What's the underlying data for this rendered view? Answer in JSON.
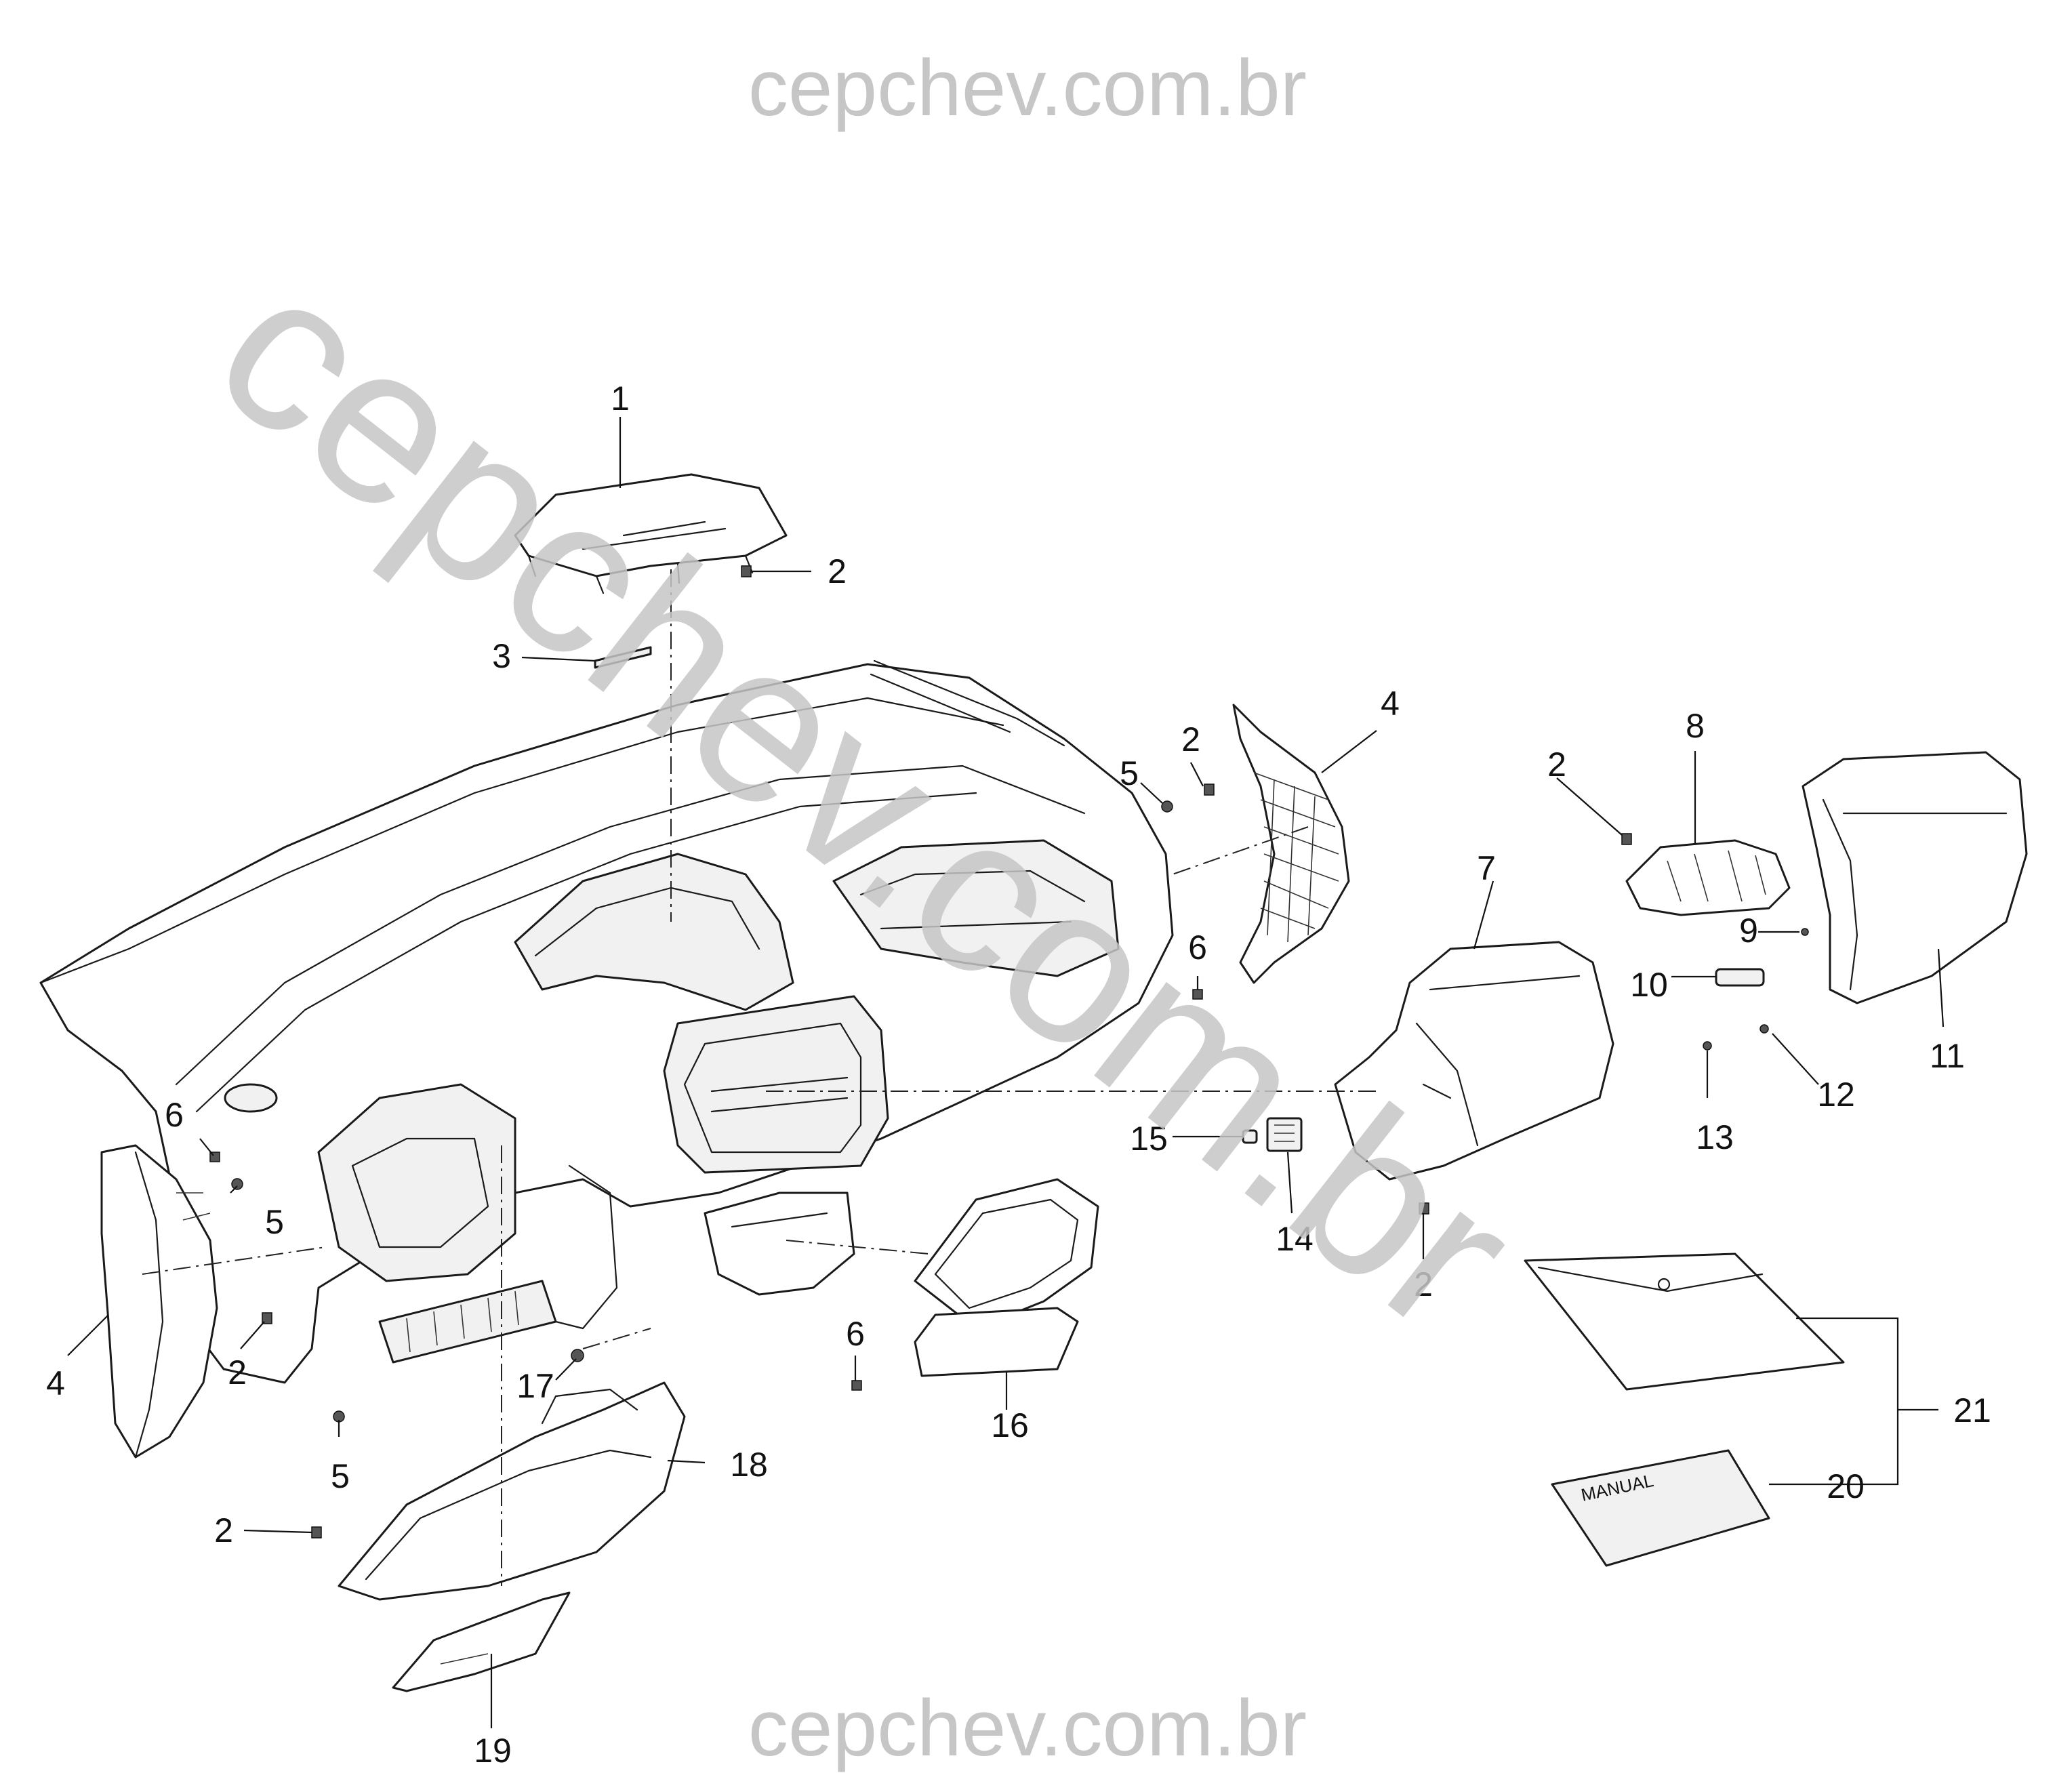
{
  "watermark": {
    "top": "cepchev.com.br",
    "diagonal": "cepchev.com.br",
    "bottom": "cepchev.com.br"
  },
  "parts_label": "MANUAL",
  "callouts": {
    "c1": "1",
    "c2a": "2",
    "c3": "3",
    "c4a": "4",
    "c5a": "5",
    "c2b": "2",
    "c8": "8",
    "c2c": "2",
    "c7": "7",
    "c6a": "6",
    "c9": "9",
    "c10": "10",
    "c11": "11",
    "c12": "12",
    "c13": "13",
    "c6b": "6",
    "c5b": "5",
    "c15": "15",
    "c14": "14",
    "c4b": "4",
    "c2d": "2",
    "c2e": "2",
    "c17": "17",
    "c6c": "6",
    "c16": "16",
    "c5c": "5",
    "c18": "18",
    "c2f": "2",
    "c19": "19",
    "c21": "21",
    "c20": "20"
  }
}
